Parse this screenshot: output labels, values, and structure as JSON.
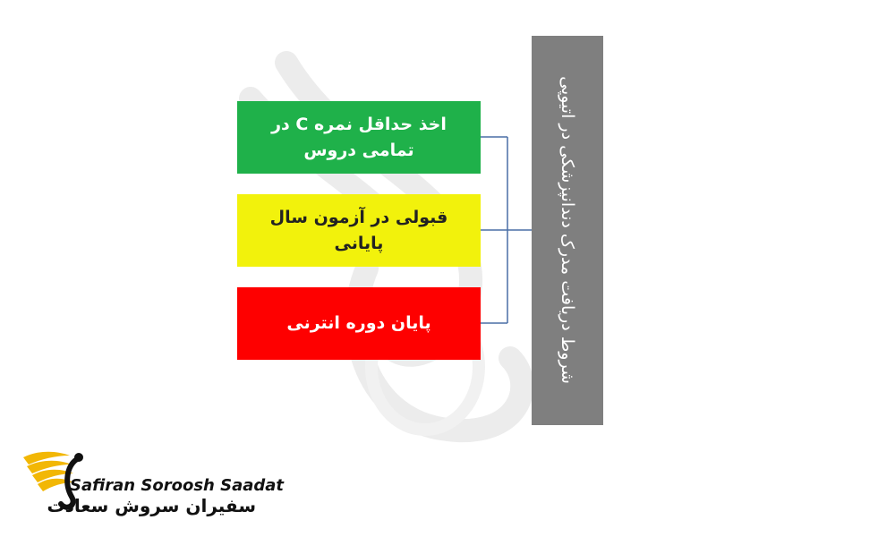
{
  "diagram": {
    "header": "شروط دریافت مدرک دندانپزشکی در اتیوپی",
    "items": [
      {
        "label": "اخذ حداقل نمره C در تمامی دروس",
        "color": "#1fb14a"
      },
      {
        "label": "قبولی در آزمون سال پایانی",
        "color": "#f2f20c"
      },
      {
        "label": "پایان دوره انترنی",
        "color": "#fe0000"
      }
    ],
    "header_color": "#7f7f7f",
    "connector_color": "#4a6fa5"
  },
  "brand": {
    "name_en": "Safiran Soroosh Saadat",
    "name_fa": "سفیران سروش سعادت",
    "logo_icon": "swan-wings-logo-icon",
    "accent_color": "#f2b705"
  }
}
